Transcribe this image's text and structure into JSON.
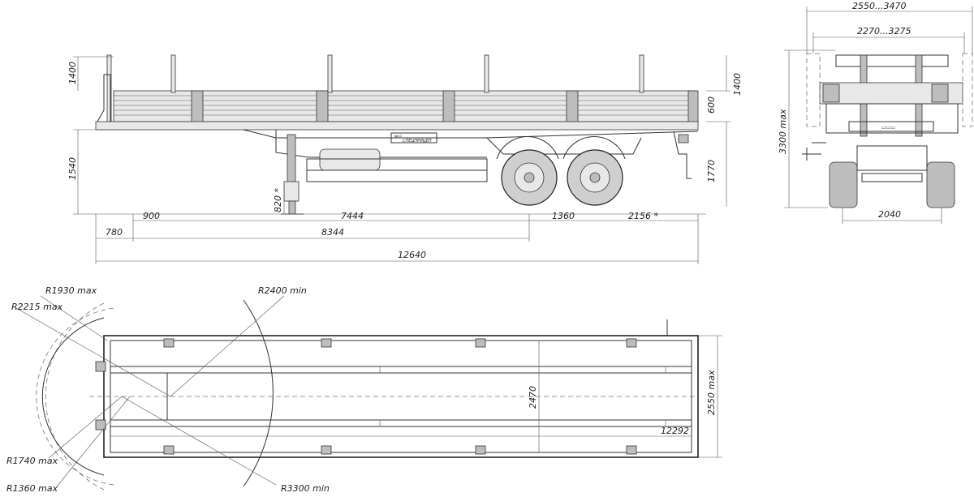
{
  "side_view": {
    "dims": {
      "stake_height": "1400",
      "deck_height": "1540",
      "gooseneck_to_stake": "900",
      "kingpin_offset": "780",
      "kingpin_to_axle1": "7444",
      "axle_spread": "1360",
      "rear_overhang": "2156 *",
      "kingpin_to_axle_center": "8344",
      "overall_length": "12640",
      "leg_height": "820 *",
      "stake_height_right": "1400",
      "side_board": "600",
      "total_height_rear": "1770"
    },
    "plate_lines": [
      "МАЗ",
      "СПЕЦПРИЦЕП"
    ]
  },
  "rear_view": {
    "dims": {
      "width_range_outer": "2550...3470",
      "width_range_inner": "2270...3275",
      "max_height": "3300 max",
      "track": "2040"
    }
  },
  "top_view": {
    "dims": {
      "r_outer_max": "R1930 max",
      "r_2215": "R2215 max",
      "r_2400": "R2400 min",
      "r_1740": "R1740 max",
      "r_1360": "R1360 max",
      "r_3300": "R3300 min",
      "inner_width": "2470",
      "overall_width": "2550 max",
      "deck_length": "12292"
    }
  }
}
